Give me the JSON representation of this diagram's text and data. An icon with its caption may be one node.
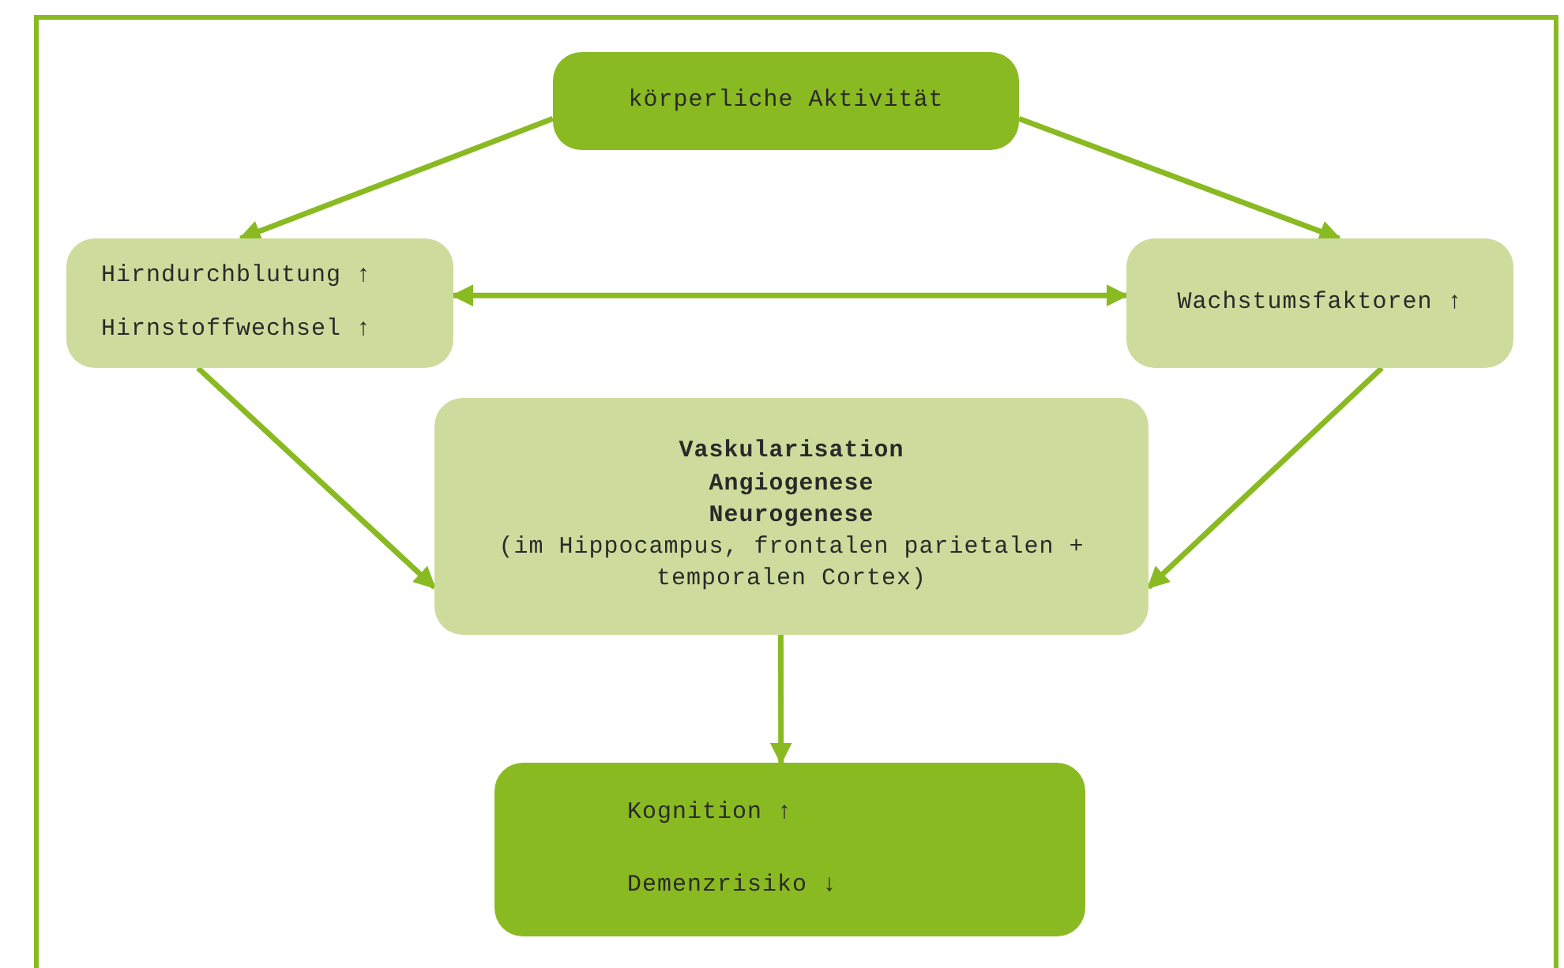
{
  "diagram": {
    "nodes": [
      {
        "text": [
          "körperliche Aktivität"
        ]
      },
      {
        "text": [
          "Hirndurchblutung ↑",
          "Hirnstoffwechsel ↑"
        ]
      },
      {
        "text": [
          "Wachstumsfaktoren ↑"
        ]
      },
      {
        "text": [
          "Vaskularisation",
          "Angiogenese",
          "Neurogenese",
          "(im Hippocampus, frontalen parietalen + temporalen Cortex)"
        ]
      },
      {
        "text": [
          "Kognition ↑",
          "Demenzrisiko ↓"
        ]
      }
    ],
    "edges": [
      {
        "from": 0,
        "to": 1,
        "arrow": "to"
      },
      {
        "from": 0,
        "to": 2,
        "arrow": "to"
      },
      {
        "from": 1,
        "to": 2,
        "arrow": "both"
      },
      {
        "from": 1,
        "to": 3,
        "arrow": "to"
      },
      {
        "from": 2,
        "to": 3,
        "arrow": "to"
      },
      {
        "from": 3,
        "to": 4,
        "arrow": "to"
      }
    ]
  }
}
